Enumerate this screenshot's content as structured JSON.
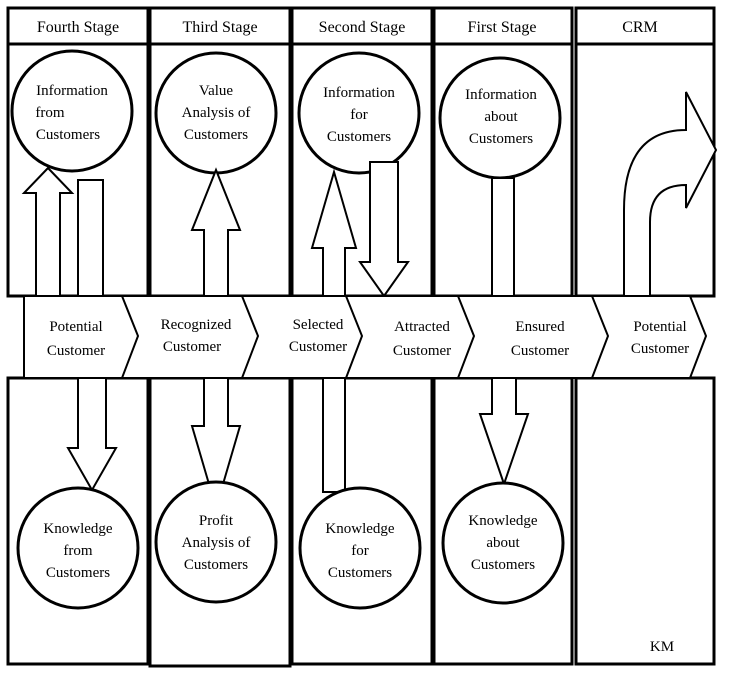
{
  "headers": [
    "Fourth Stage",
    "Third Stage",
    "Second Stage",
    "First Stage",
    "CRM"
  ],
  "top_circles": [
    [
      "Information",
      "from",
      "Customers"
    ],
    [
      "Value",
      "Analysis of",
      "Customers"
    ],
    [
      "Information",
      "for",
      "Customers"
    ],
    [
      "Information",
      "about",
      "Customers"
    ]
  ],
  "bottom_circles": [
    [
      "Knowledge",
      "from",
      "Customers"
    ],
    [
      "Profit",
      "Analysis of",
      "Customers"
    ],
    [
      "Knowledge",
      "for",
      "Customers"
    ],
    [
      "Knowledge",
      "about",
      "Customers"
    ]
  ],
  "chevrons": [
    [
      "Potential",
      "Customer"
    ],
    [
      "Recognized",
      "Customer"
    ],
    [
      "Selected",
      "Customer"
    ],
    [
      "Attracted",
      "Customer"
    ],
    [
      "Ensured",
      "Customer"
    ],
    [
      "Potential",
      "Customer"
    ]
  ],
  "km_label": "KM"
}
